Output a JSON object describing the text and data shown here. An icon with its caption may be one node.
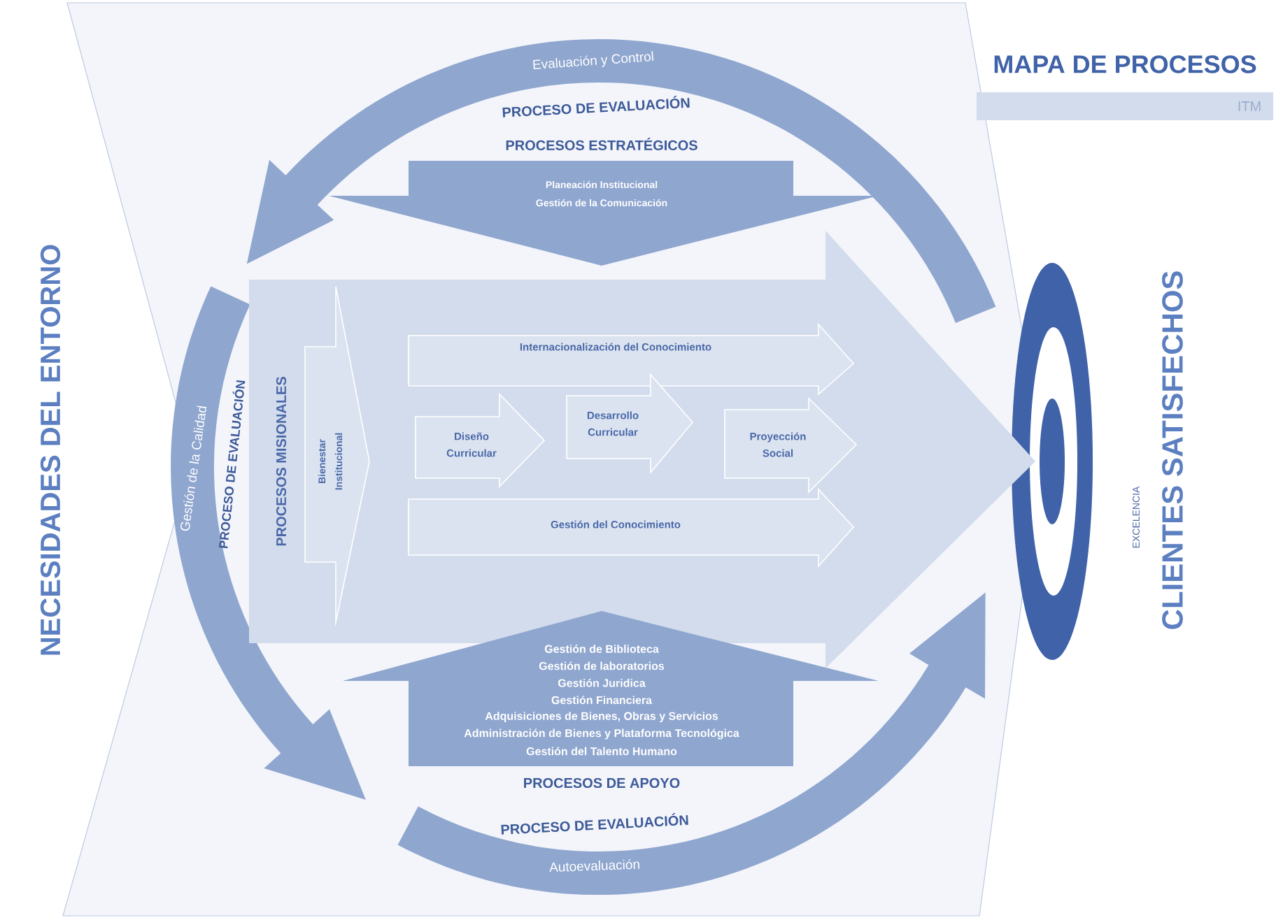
{
  "diagram": {
    "nodes": [
      {
        "text": [
          "Evaluación y Control",
          "PROCESO DE EVALUACIÓN"
        ]
      },
      {
        "text": [
          "PROCESOS ESTRATÉGICOS",
          "Planeación Institucional",
          "Gestión de la Comunicación"
        ]
      },
      {
        "text": [
          "Gestión de la Calidad",
          "PROCESO DE EVALUACIÓN"
        ]
      },
      {
        "text": [
          "PROCESOS MISIONALES"
        ]
      },
      {
        "text": [
          "Bienestar Institucional"
        ],
        "in": 3
      },
      {
        "text": [
          "Internacionalización del Conocimiento"
        ],
        "in": 3
      },
      {
        "text": [
          "Diseño Curricular"
        ],
        "in": 3
      },
      {
        "text": [
          "Desarrollo Curricular"
        ],
        "in": 3
      },
      {
        "text": [
          "Proyección Social"
        ],
        "in": 3
      },
      {
        "text": [
          "Gestión del Conocimiento"
        ],
        "in": 3
      },
      {
        "text": [
          "Gestión de Biblioteca",
          "Gestión de laboratorios",
          "Gestión Juridica",
          "Gestión Financiera",
          "Adquisiciones de Bienes, Obras y Servicios",
          "Administración de Bienes y Plataforma Tecnológica",
          "Gestión del Talento Humano",
          "PROCESOS DE APOYO"
        ]
      },
      {
        "text": [
          "PROCESO DE EVALUACIÓN",
          "Autoevaluación"
        ]
      }
    ],
    "labels": [
      "MAPA DE PROCESOS",
      "ITM",
      "NECESIDADES DEL ENTORNO",
      "EXCELENCIA",
      "CLIENTES SATISFECHOS"
    ]
  }
}
